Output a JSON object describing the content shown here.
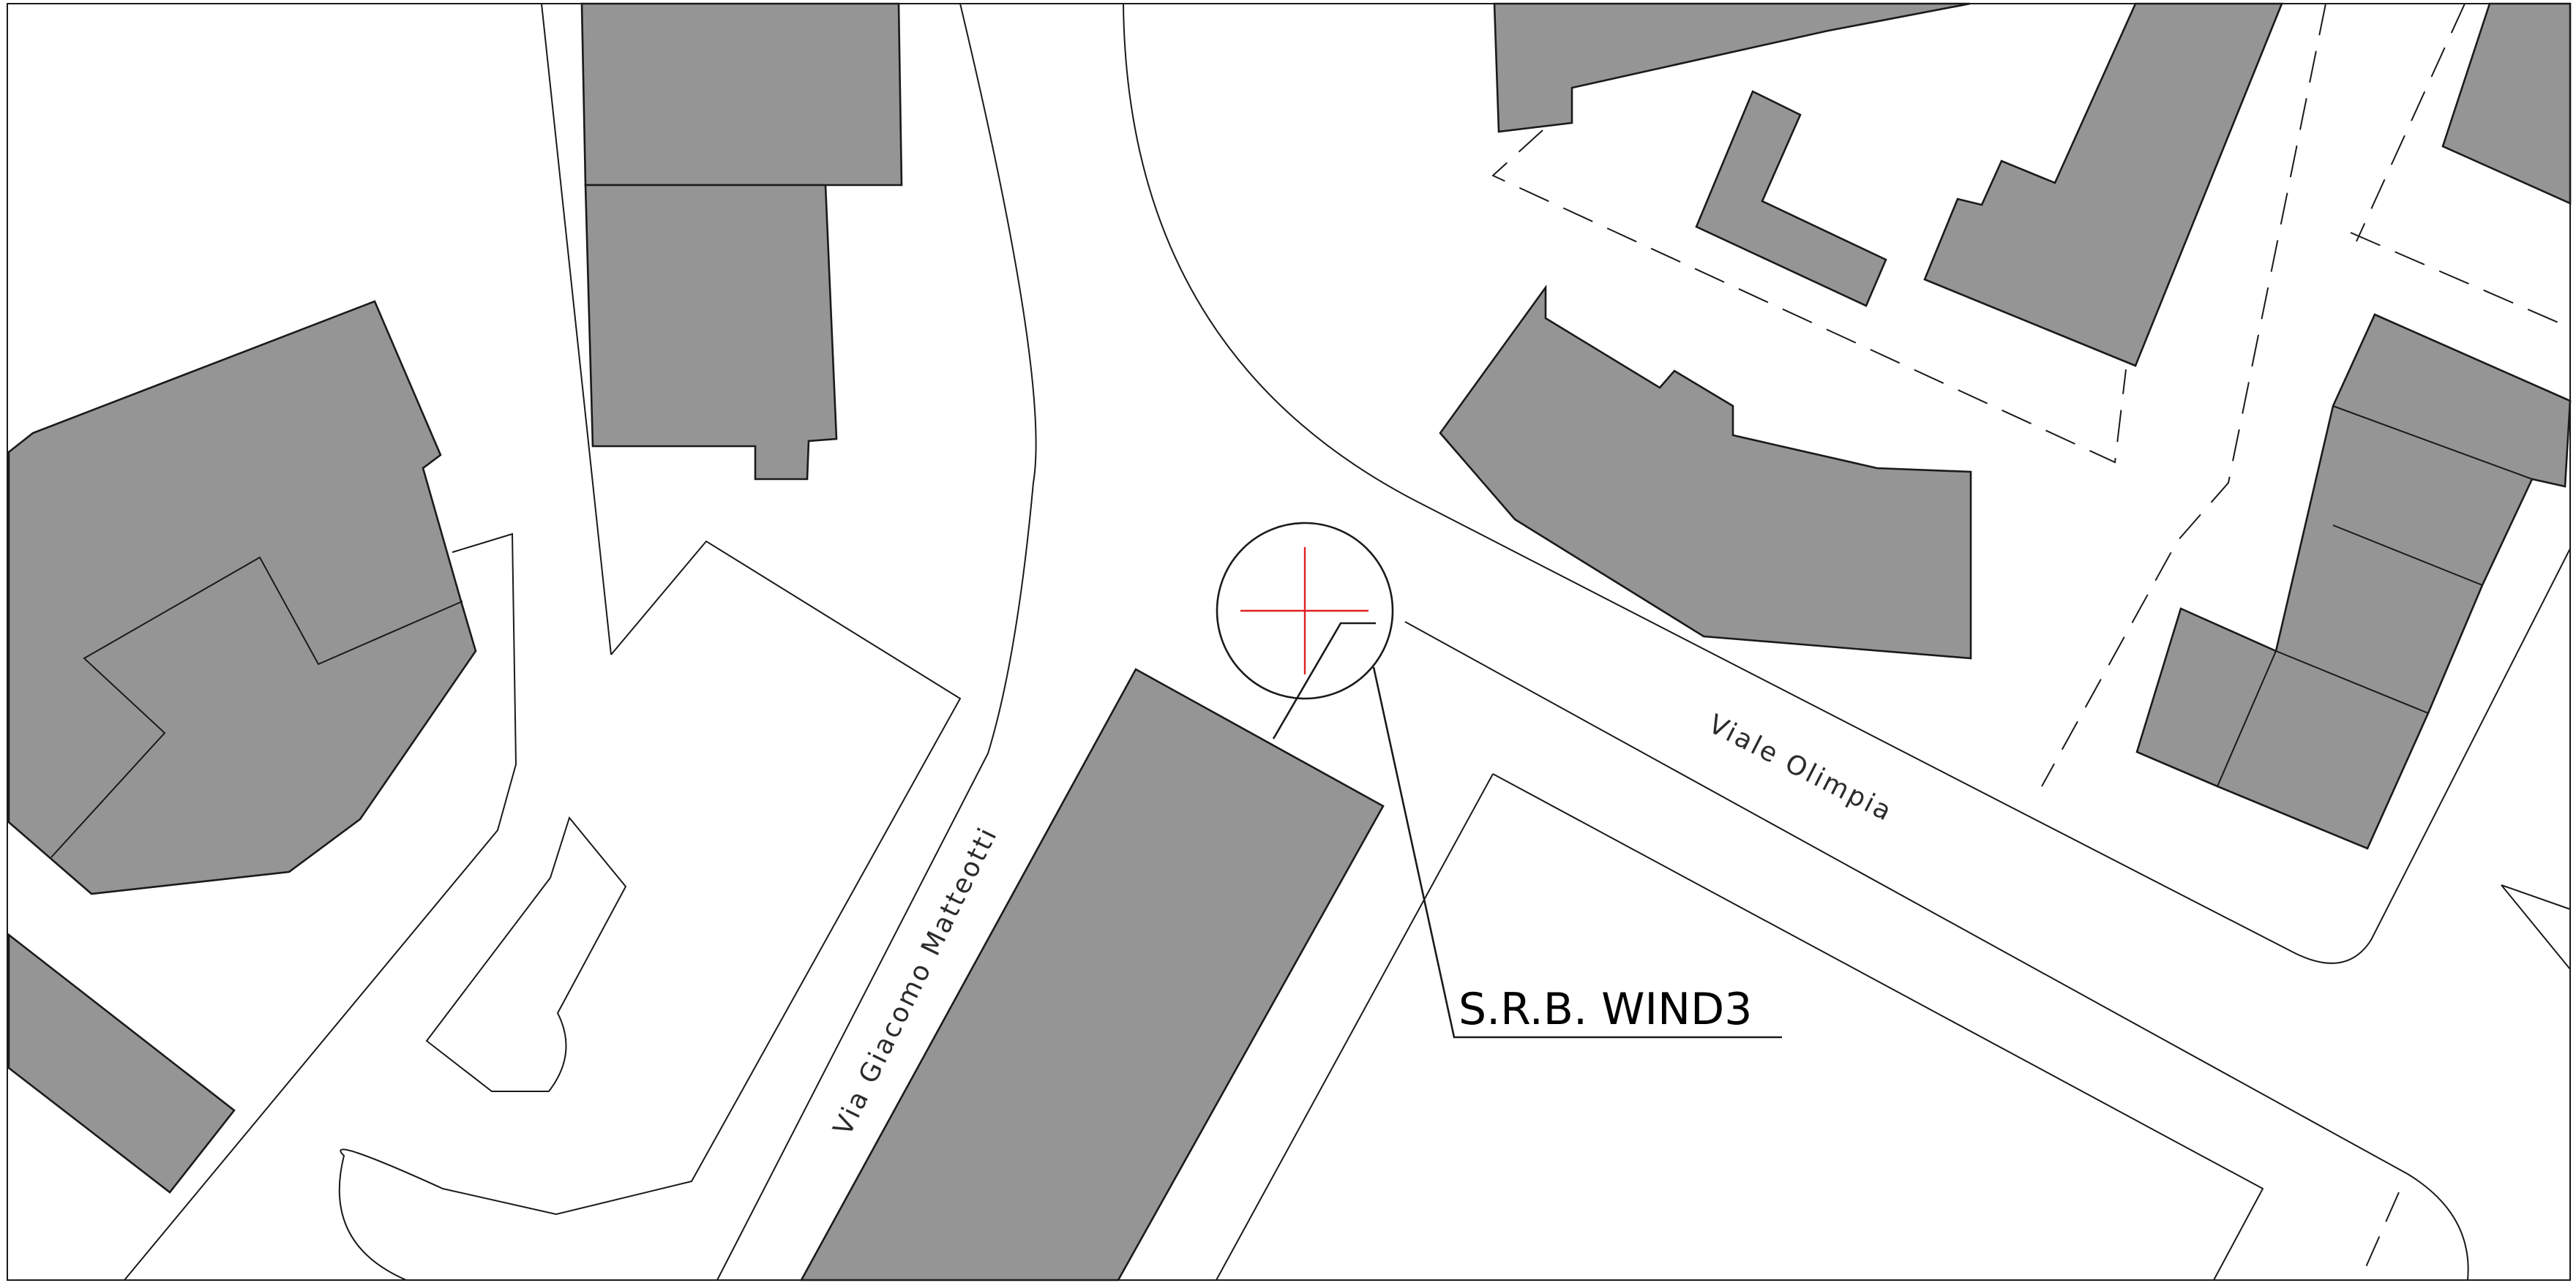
{
  "map": {
    "streets": [
      {
        "id": "via-giacomo-matteotti",
        "label": "Via Giacomo Matteotti"
      },
      {
        "id": "viale-olimpia",
        "label": "Viale Olimpia"
      }
    ],
    "site": {
      "label": "S.R.B. WIND3",
      "marker_color": "#e02020"
    },
    "colors": {
      "building_fill": "#959595",
      "line": "#1a1a1a",
      "background": "#ffffff"
    }
  }
}
